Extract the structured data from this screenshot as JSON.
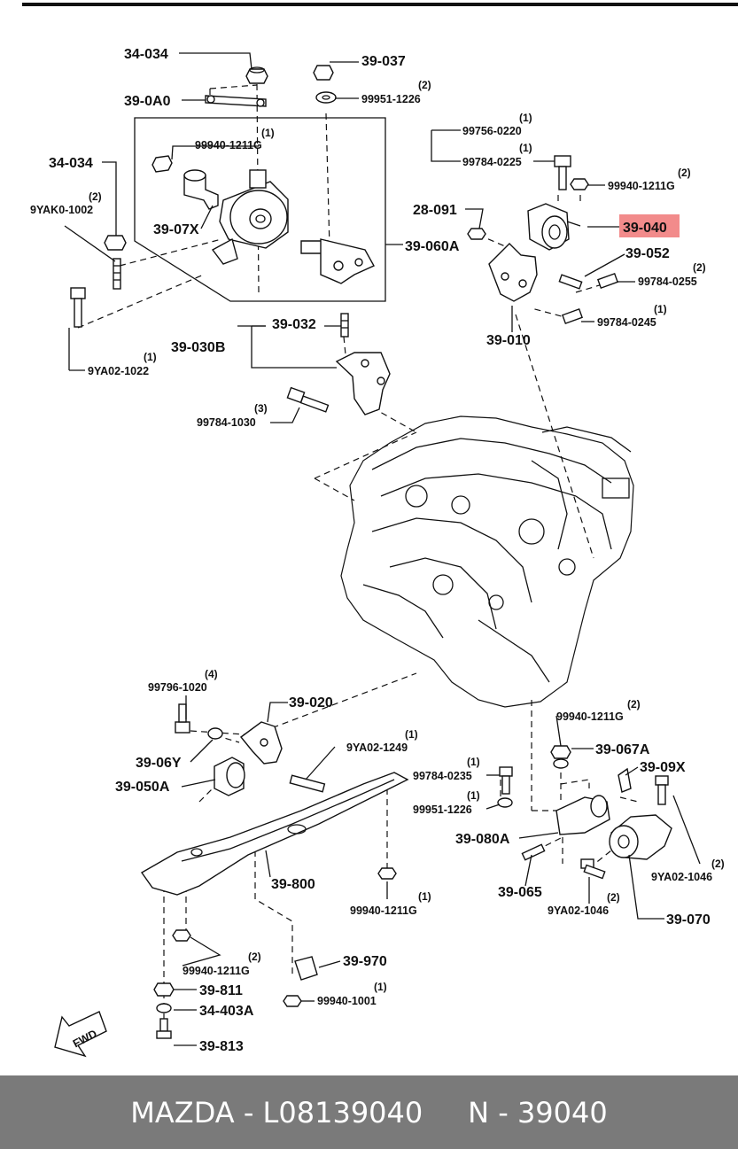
{
  "labels": {
    "l_34034a": "34-034",
    "l_39037": "39-037",
    "l_39951a": "99951-1226",
    "l_390a0": "39-0A0",
    "l_99940a": "99940-1211G",
    "l_34034b": "34-034",
    "l_9yak0": "9YAK0-1002",
    "l_3907x": "39-07X",
    "l_39060a": "39-060A",
    "l_99756": "99756-0220",
    "l_99784_0225": "99784-0225",
    "l_99940b": "99940-1211G",
    "l_28091": "28-091",
    "l_39040": "39-040",
    "l_39052": "39-052",
    "l_99784_0255": "99784-0255",
    "l_99784_0245": "99784-0245",
    "l_39010": "39-010",
    "l_39032": "39-032",
    "l_39030b": "39-030B",
    "l_9ya02_1022": "9YA02-1022",
    "l_99784_1030": "99784-1030",
    "l_99796": "99796-1020",
    "l_39020": "39-020",
    "l_3906y": "39-06Y",
    "l_39050a": "39-050A",
    "l_9ya02_1249": "9YA02-1249",
    "l_99940c": "99940-1211G",
    "l_39067a": "39-067A",
    "l_3909x": "39-09X",
    "l_99784_0235": "99784-0235",
    "l_99951b": "99951-1226",
    "l_39080a": "39-080A",
    "l_39065": "39-065",
    "l_9ya02_1046a": "9YA02-1046",
    "l_9ya02_1046b": "9YA02-1046",
    "l_39070": "39-070",
    "l_39800": "39-800",
    "l_99940d": "99940-1211G",
    "l_99940e": "99940-1211G",
    "l_39970": "39-970",
    "l_99940_1001": "99940-1001",
    "l_39811": "39-811",
    "l_34403a": "34-403A",
    "l_39813": "39-813",
    "fwd": "FWD"
  },
  "quantities": {
    "q_39951a": "(2)",
    "q_99940a": "(1)",
    "q_9yak0": "(2)",
    "q_99756": "(1)",
    "q_99784_0225": "(1)",
    "q_99940b": "(2)",
    "q_99784_0255": "(2)",
    "q_99784_0245": "(1)",
    "q_9ya02_1022": "(1)",
    "q_99784_1030": "(3)",
    "q_99796": "(4)",
    "q_9ya02_1249": "(1)",
    "q_99940c": "(2)",
    "q_99784_0235": "(1)",
    "q_99951b": "(1)",
    "q_9ya02_1046a": "(2)",
    "q_9ya02_1046b": "(2)",
    "q_99940d": "(1)",
    "q_99940e": "(2)",
    "q_99940_1001": "(1)"
  },
  "highlight_color": "#f28b8b",
  "footer": {
    "brand": "MAZDA",
    "sep1": " - ",
    "part_number": "L08139040",
    "gap": "     ",
    "ref": "N - 39040"
  }
}
